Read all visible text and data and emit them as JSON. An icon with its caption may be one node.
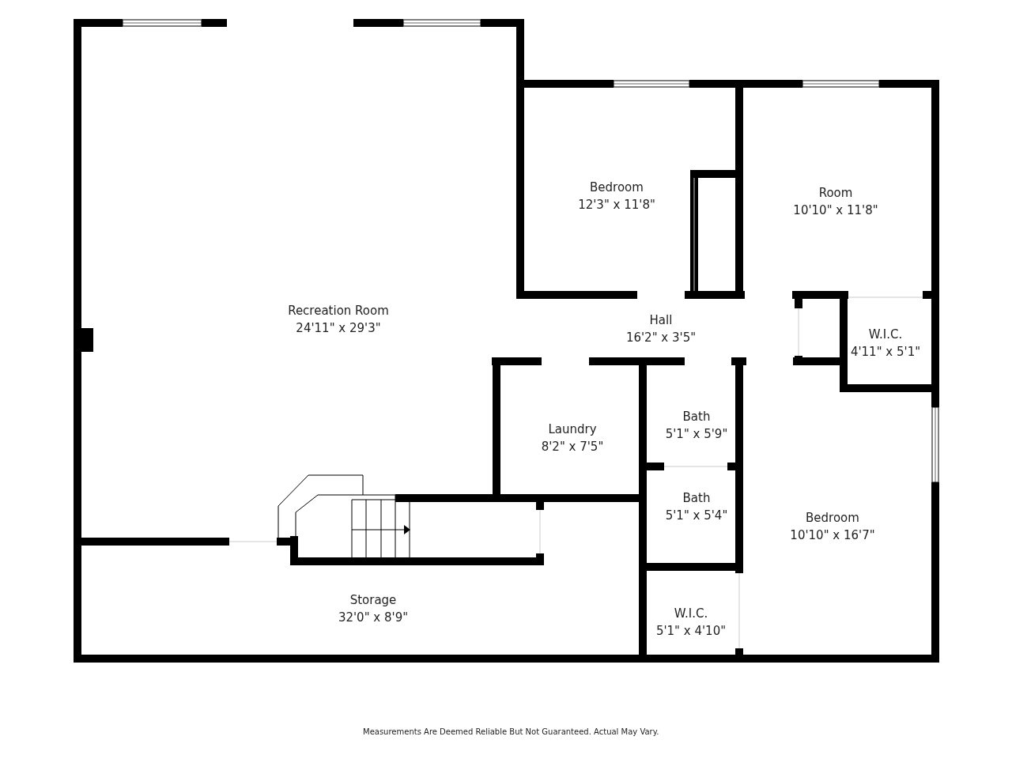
{
  "diagram": {
    "nodes": [
      {
        "text": [
          "Recreation Room",
          "24'11\" x 29'3\""
        ]
      },
      {
        "text": [
          "Bedroom",
          "12'3\" x 11'8\""
        ]
      },
      {
        "text": [
          "Room",
          "10'10\" x 11'8\""
        ]
      },
      {
        "text": [
          "Hall",
          "16'2\" x 3'5\""
        ]
      },
      {
        "text": [
          "W.I.C.",
          "4'11\" x 5'1\""
        ]
      },
      {
        "text": [
          "Laundry",
          "8'2\" x 7'5\""
        ]
      },
      {
        "text": [
          "Bath",
          "5'1\" x 5'9\""
        ]
      },
      {
        "text": [
          "Bath",
          "5'1\" x 5'4\""
        ]
      },
      {
        "text": [
          "Bedroom",
          "10'10\" x 16'7\""
        ]
      },
      {
        "text": [
          "Storage",
          "32'0\" x 8'9\""
        ]
      },
      {
        "text": [
          "W.I.C.",
          "5'1\" x 4'10\""
        ]
      }
    ],
    "labels": [
      "Measurements Are Deemed Reliable But Not Guaranteed. Actual May Vary."
    ]
  }
}
